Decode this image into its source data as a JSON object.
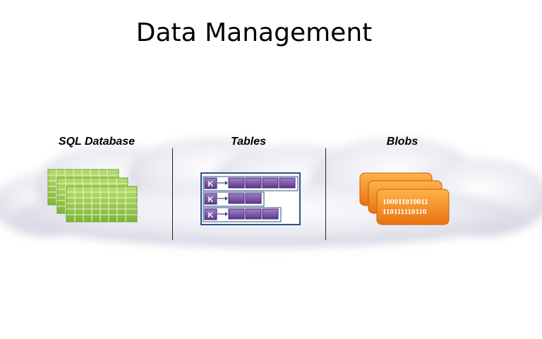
{
  "slide": {
    "title": "Data Management"
  },
  "sections": [
    {
      "label": "SQL Database",
      "icon": "sql-database-icon",
      "color": "#8dc63f"
    },
    {
      "label": "Tables",
      "icon": "tables-icon",
      "color": "#7b4fa8",
      "key_label": "K"
    },
    {
      "label": "Blobs",
      "icon": "blobs-icon",
      "color": "#f28c1e",
      "binary_lines": [
        "100011010011",
        "110111110110"
      ]
    }
  ]
}
